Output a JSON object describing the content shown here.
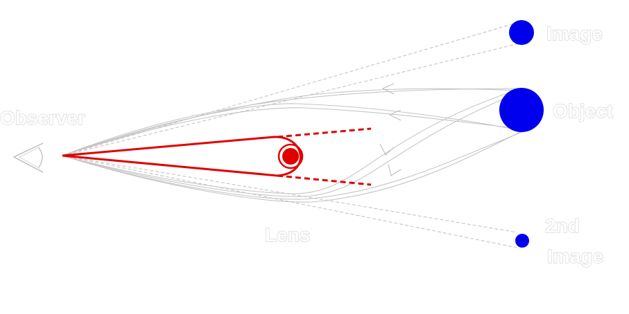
{
  "labels": {
    "observer": "Observer",
    "image": "Image",
    "object": "Object",
    "lens": "Lens",
    "second_image_line1": "2nd",
    "second_image_line2": "Image"
  },
  "colors": {
    "object": "#0000ee",
    "lens": "#e00000",
    "rays": "#c4c4c4",
    "label_outline": "#d0d0d0"
  },
  "icons": {
    "observer": "eye-icon",
    "lens": "lens-mass-icon"
  }
}
